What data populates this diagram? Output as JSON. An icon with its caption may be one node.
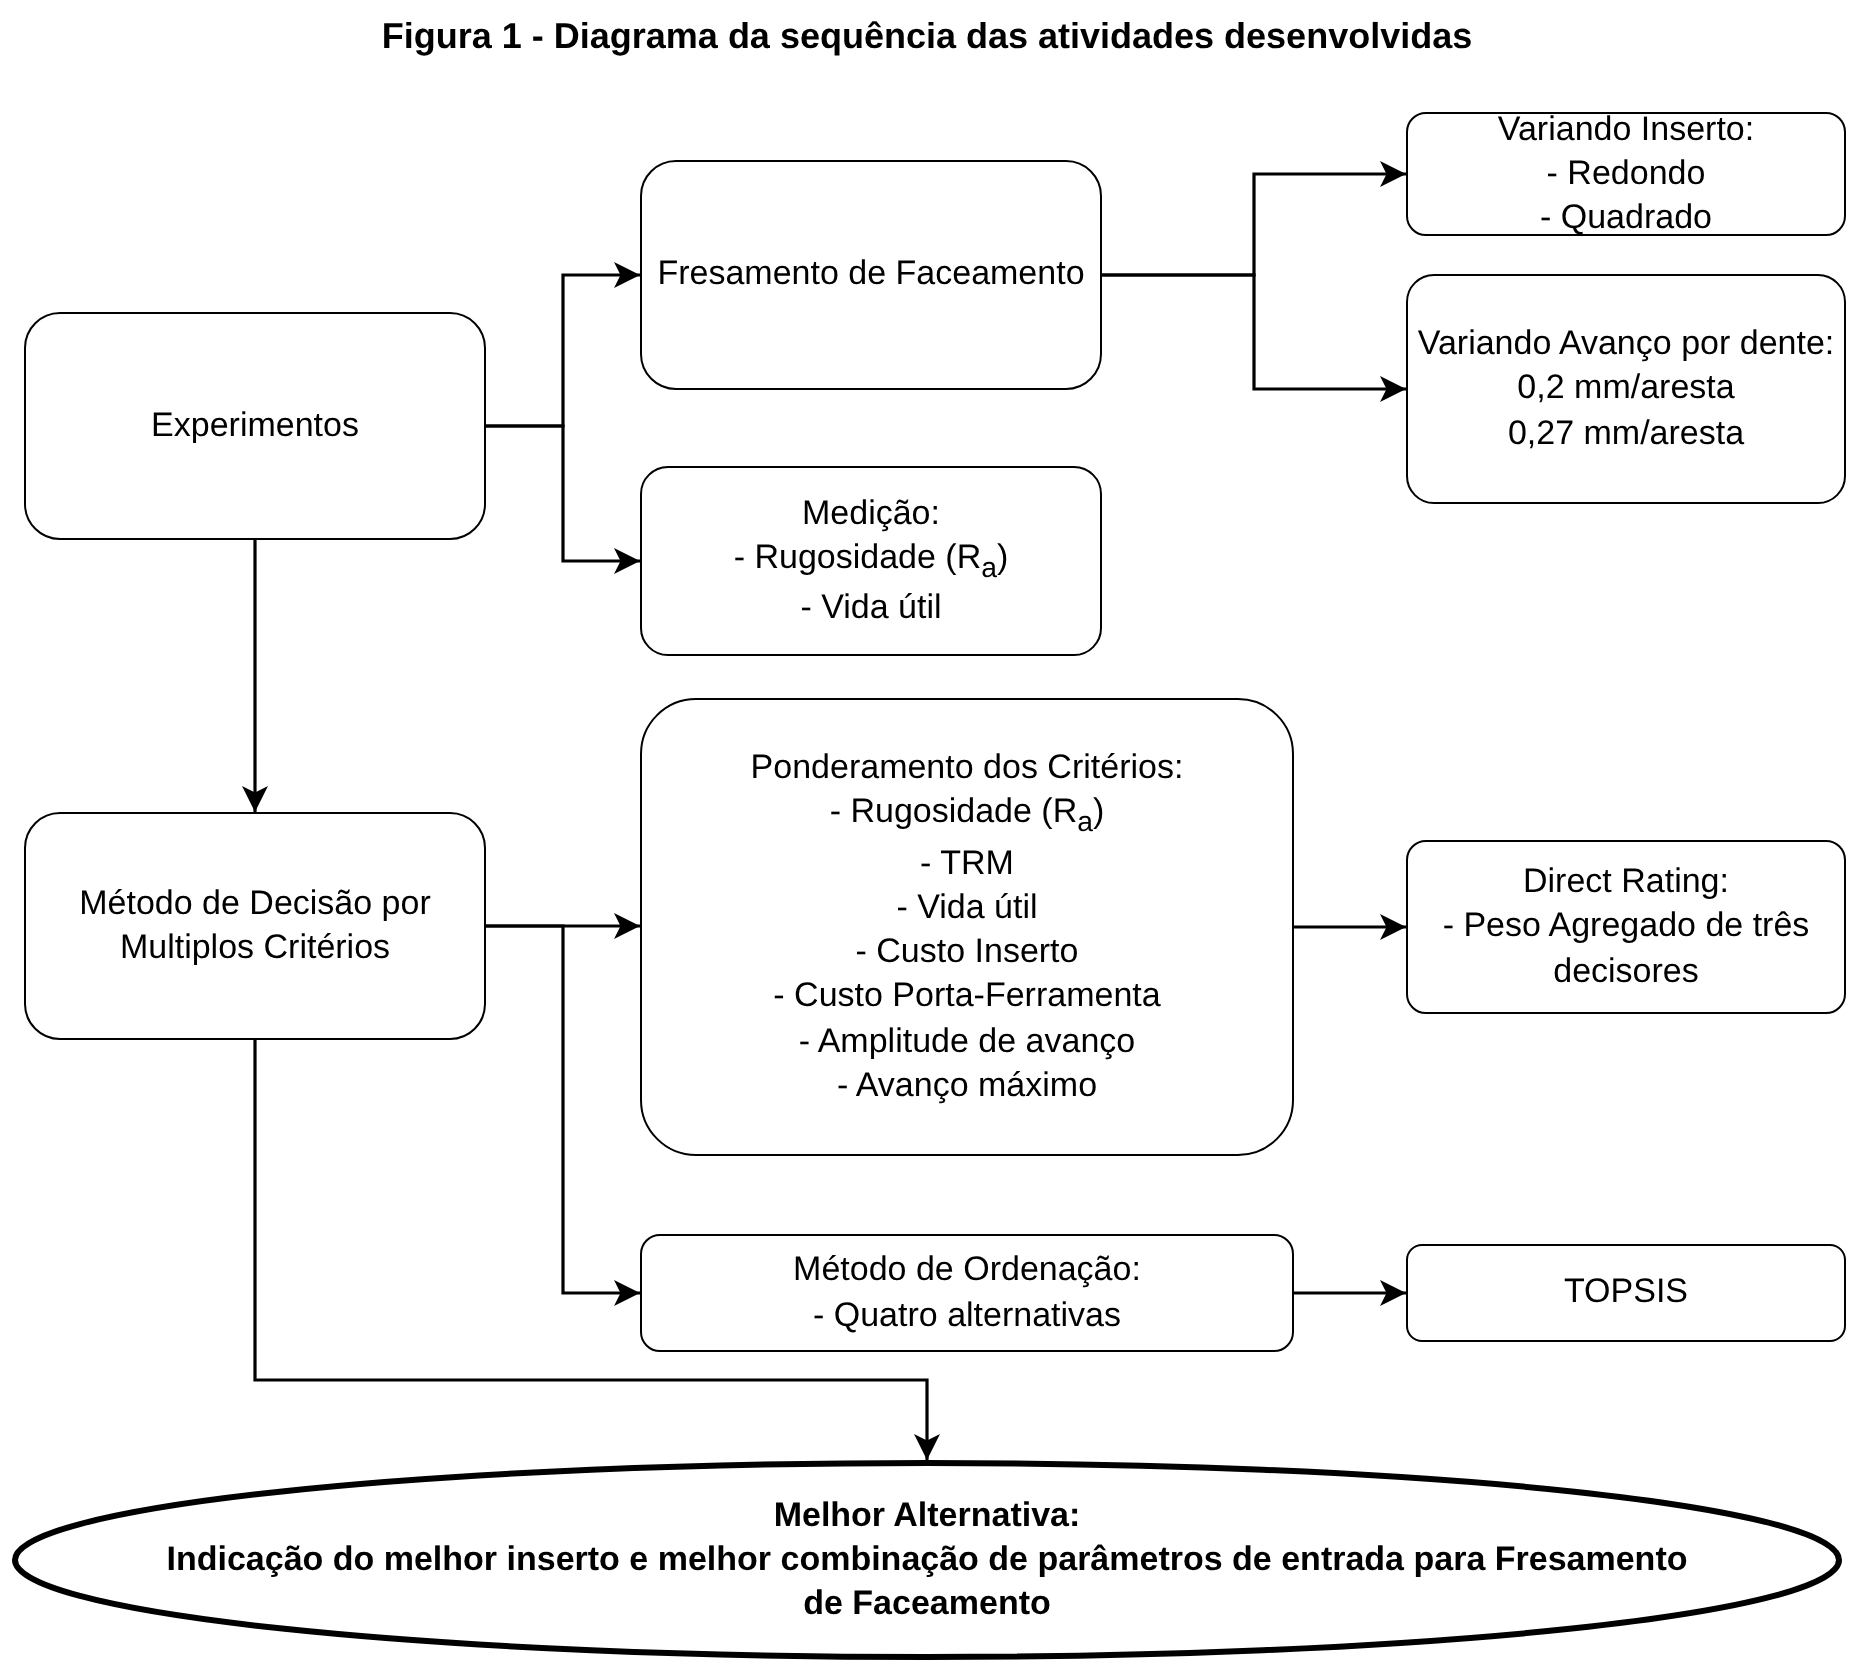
{
  "diagram": {
    "title": "Figura 1 - Diagrama da sequência das atividades desenvolvidas",
    "nodes": [
      {
        "text": [
          "Experimentos"
        ]
      },
      {
        "text": [
          "Fresamento de Faceamento"
        ]
      },
      {
        "text": [
          "Medição:",
          "- Rugosidade (R$_{a}$)",
          "- Vida útil"
        ]
      },
      {
        "text": [
          "Variando Inserto:",
          "- Redondo",
          "- Quadrado"
        ]
      },
      {
        "text": [
          "Variando Avanço por dente:",
          "0,2 mm/aresta",
          "0,27 mm/aresta"
        ]
      },
      {
        "text": [
          "Método de Decisão por Multiplos Critérios"
        ]
      },
      {
        "text": [
          "Ponderamento dos Critérios:",
          "- Rugosidade (R$_{a}$)",
          "- TRM",
          "- Vida útil",
          "- Custo Inserto",
          "- Custo Porta-Ferramenta",
          "- Amplitude de avanço",
          "- Avanço máximo"
        ]
      },
      {
        "text": [
          "Direct Rating:",
          "- Peso Agregado de três decisores"
        ]
      },
      {
        "text": [
          "Método de Ordenação:",
          "- Quatro alternativas"
        ]
      },
      {
        "text": [
          "TOPSIS"
        ]
      },
      {
        "text": [
          "Melhor Alternativa:",
          "Indicação do melhor inserto e melhor combinação de parâmetros de entrada para Fresamento de Faceamento"
        ]
      }
    ],
    "edges": [
      {
        "from": 0,
        "to": 1,
        "arrow": "to"
      },
      {
        "from": 0,
        "to": 2,
        "arrow": "to"
      },
      {
        "from": 1,
        "to": 3,
        "arrow": "to"
      },
      {
        "from": 1,
        "to": 4,
        "arrow": "to"
      },
      {
        "from": 0,
        "to": 5,
        "arrow": "to"
      },
      {
        "from": 5,
        "to": 6,
        "arrow": "to"
      },
      {
        "from": 5,
        "to": 8,
        "arrow": "to"
      },
      {
        "from": 6,
        "to": 7,
        "arrow": "to"
      },
      {
        "from": 8,
        "to": 9,
        "arrow": "to"
      },
      {
        "from": 5,
        "to": 10,
        "arrow": "to"
      }
    ]
  }
}
